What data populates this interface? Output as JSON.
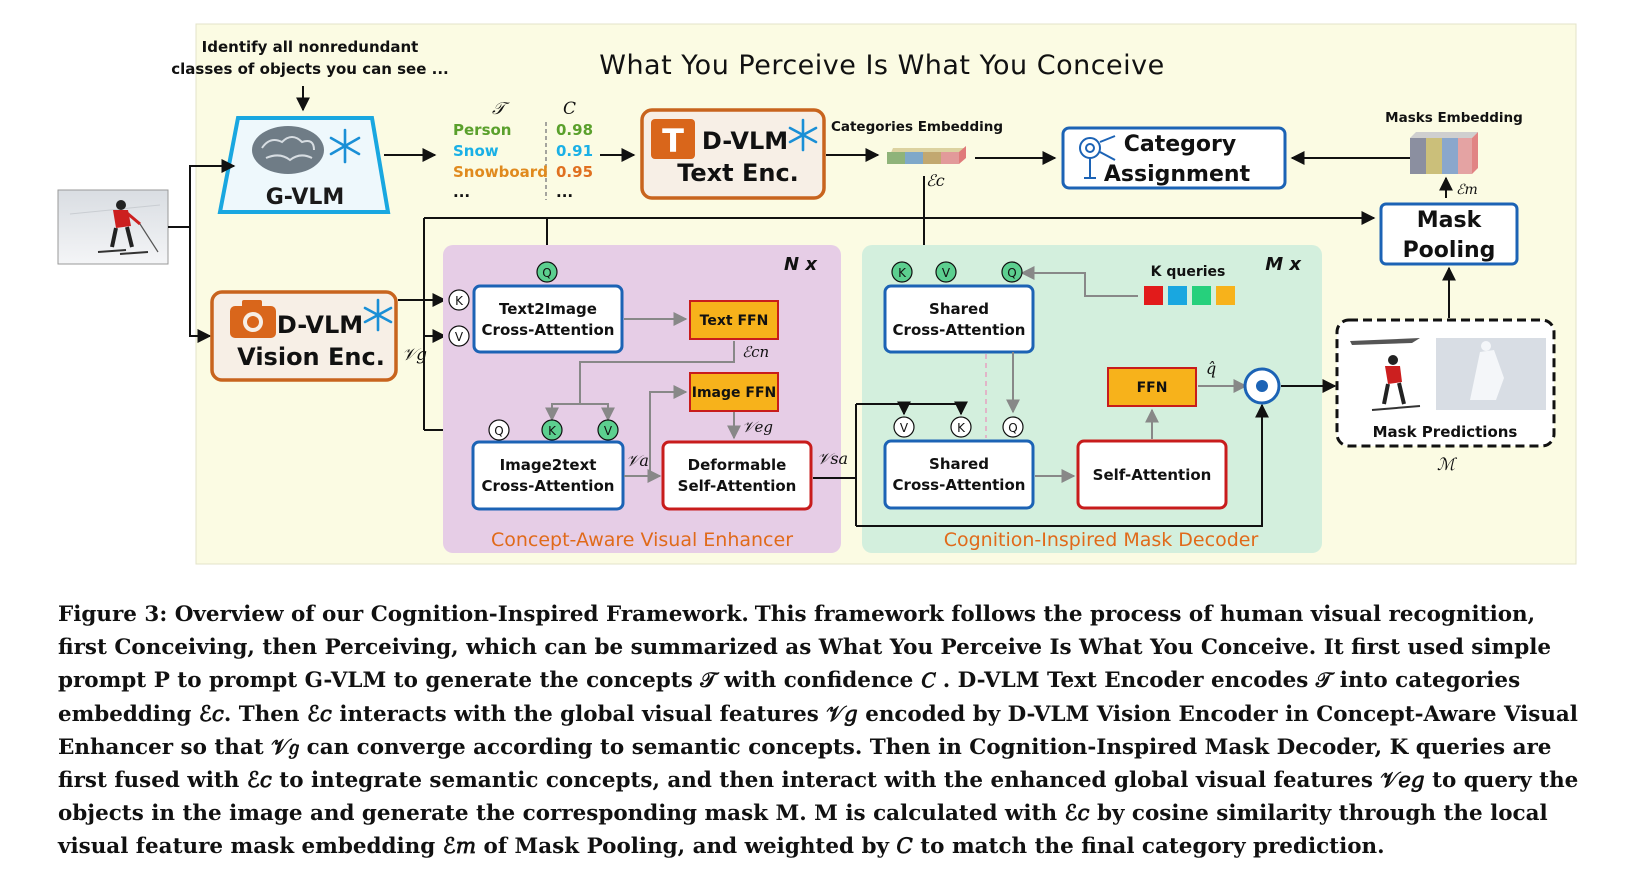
{
  "figure": {
    "main_title": "What You Perceive Is What You Conceive",
    "prompt_text": [
      "Identify all nonredundant",
      "classes of objects you can see ..."
    ],
    "gvlm_label": "G-VLM",
    "concepts": {
      "t_symbol": "𝒯",
      "c_symbol": "𝐶",
      "names": [
        "Person",
        "Snow",
        "Snowboard",
        "..."
      ],
      "scores": [
        "0.98",
        "0.91",
        "0.95",
        "..."
      ],
      "name_colors": [
        "#5aa02c",
        "#1ab0e6",
        "#e08a1e",
        "#111111"
      ],
      "score_colors": [
        "#5aa02c",
        "#1ab0e6",
        "#e07020",
        "#111111"
      ]
    },
    "text_encoder": {
      "line1": "D-VLM",
      "line2": "Text Enc.",
      "icon_letter": "T"
    },
    "vision_encoder": {
      "line1": "D-VLM",
      "line2": "Vision Enc."
    },
    "categories_embedding_label": "Categories Embedding",
    "ec_symbol": "ℰ𝑐",
    "category_assignment": [
      "Category",
      "Assignment"
    ],
    "masks_embedding_label": "Masks Embedding",
    "em_symbol": "ℰ𝑚",
    "mask_pooling": [
      "Mask",
      "Pooling"
    ],
    "vg_symbol": "𝒱𝑔",
    "enhancer": {
      "title": "Concept-Aware Visual Enhancer",
      "repeat": "N x",
      "t2i": [
        "Text2Image",
        "Cross-Attention"
      ],
      "text_ffn": "Text FFN",
      "ecn_symbol": "ℰ𝑐𝑛",
      "image_ffn": "Image FFN",
      "veg_symbol": "𝒱𝑒𝑔",
      "i2t": [
        "Image2text",
        "Cross-Attention"
      ],
      "va_symbol": "𝒱𝑎",
      "deform": [
        "Deformable",
        "Self-Attention"
      ],
      "vsa_symbol": "𝒱𝑠𝑎"
    },
    "decoder": {
      "title": "Cognition-Inspired Mask Decoder",
      "repeat": "M x",
      "k_queries": "K queries",
      "shared1": [
        "Shared",
        "Cross-Attention"
      ],
      "shared2": [
        "Shared",
        "Cross-Attention"
      ],
      "ffn": "FFN",
      "qhat": "q̂",
      "self_attention": "Self-Attention"
    },
    "mask_predictions": "Mask Predictions",
    "m_symbol": "ℳ",
    "port_q": "Q",
    "port_k": "K",
    "port_v": "V",
    "colors": {
      "panel_bg": "#fbfbe3",
      "enhancer_bg": "#e6cde6",
      "decoder_bg": "#d3efdd",
      "title_orange": "#e06a1a",
      "blue_border": "#1c63b5",
      "red_border": "#c81c1c",
      "orange_fill": "#f7b21b",
      "gvlm_border": "#19a7e0",
      "encoder_border": "#c8641e",
      "encoder_fill": "#f7efe6"
    }
  },
  "caption": {
    "label": "Figure 3: Overview of our Cognition-Inspired Framework.",
    "lines": [
      "This framework follows the process of human visual recognition,",
      "first Conceiving, then Perceiving, which can be summarized as What You Perceive Is What You Conceive. It first used simple",
      "prompt P to prompt G-VLM to generate the concepts 𝒯 with confidence 𝐶 . D-VLM Text Encoder encodes 𝒯 into categories",
      "embedding ℰ𝑐. Then ℰ𝑐 interacts with the global visual features 𝒱𝑔 encoded by D-VLM Vision Encoder in Concept-Aware Visual",
      "Enhancer so that 𝒱𝑔 can converge according to semantic concepts. Then in Cognition-Inspired Mask Decoder, K queries are",
      "first fused with ℰ𝑐 to integrate semantic concepts, and then interact with the enhanced global visual features 𝒱𝑒𝑔 to query the",
      "objects in the image and generate the corresponding mask M. M is calculated with ℰ𝑐 by cosine similarity through the local",
      "visual feature mask embedding ℰ𝑚 of Mask Pooling, and weighted by 𝐶 to match the final category prediction."
    ]
  }
}
